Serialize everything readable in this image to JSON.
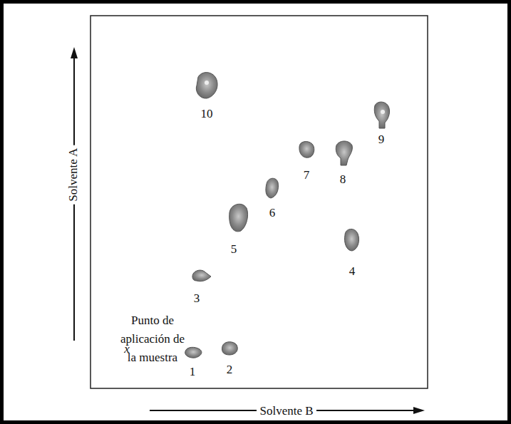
{
  "diagram": {
    "labels": [
      "Solvente A",
      "10",
      "9",
      "7",
      "8",
      "6",
      "5",
      "4",
      "3",
      "Punto de aplicación de la muestra",
      "x",
      "1",
      "2",
      "Solvente B"
    ]
  }
}
